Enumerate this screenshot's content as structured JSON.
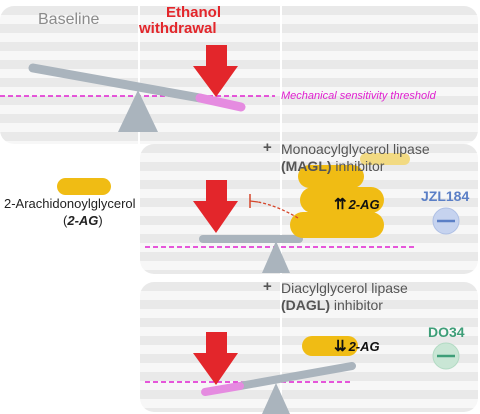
{
  "baseline_panel": {
    "title": "Baseline",
    "stimulus_line1": "Ethanol",
    "stimulus_line2": "withdrawal",
    "threshold_label": "Mechanical sensitivity threshold"
  },
  "legend": {
    "molecule_name": "2-Arachidonoylglycerol",
    "molecule_abbrev_open": "(",
    "molecule_abbrev": "2-AG",
    "molecule_abbrev_close": ")"
  },
  "magl_panel": {
    "plus": "+",
    "line1": "Monoacylglycerol lipase",
    "line2_bold": "(MAGL)",
    "line2_rest": " inhibitor",
    "drug_name": "JZL184",
    "level_arrows": "⇈",
    "level_label": "2-AG"
  },
  "dagl_panel": {
    "plus": "+",
    "line1": "Diacylglycerol lipase",
    "line2_bold": "(DAGL)",
    "line2_rest": " inhibitor",
    "drug_name": "DO34",
    "level_arrows": "⇊",
    "level_label": "2-AG"
  },
  "colors": {
    "stimulus_red": "#e3262b",
    "threshold_magenta": "#e020d0",
    "lipid_yellow": "#f0bc14",
    "lever_gray": "#aab4bd",
    "jzl_blue": "#5b7fc6",
    "do34_green": "#3e9e78"
  }
}
